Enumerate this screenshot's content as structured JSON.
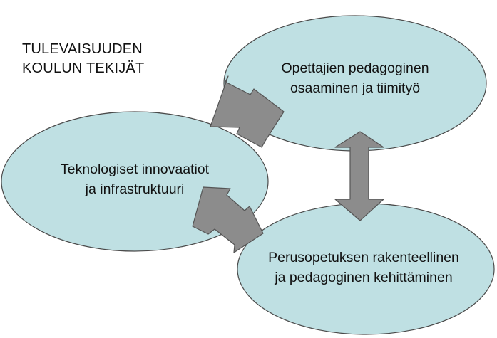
{
  "title": {
    "line1": "TULEVAISUUDEN",
    "line2": "KOULUN TEKIJÄT"
  },
  "nodes": {
    "teachers": {
      "line1": "Opettajien pedagoginen",
      "line2": "osaaminen ja tiimityö"
    },
    "technology": {
      "line1": "Teknologiset innovaatiot",
      "line2": "ja infrastruktuuri"
    },
    "basic_education": {
      "line1": "Perusopetuksen rakenteellinen",
      "line2": "ja pedagoginen kehittäminen"
    }
  },
  "colors": {
    "ellipse_fill": "#bfe0e3",
    "ellipse_stroke": "#4a4a4a",
    "arrow_fill": "#8c8c8c",
    "arrow_stroke": "#555555"
  }
}
